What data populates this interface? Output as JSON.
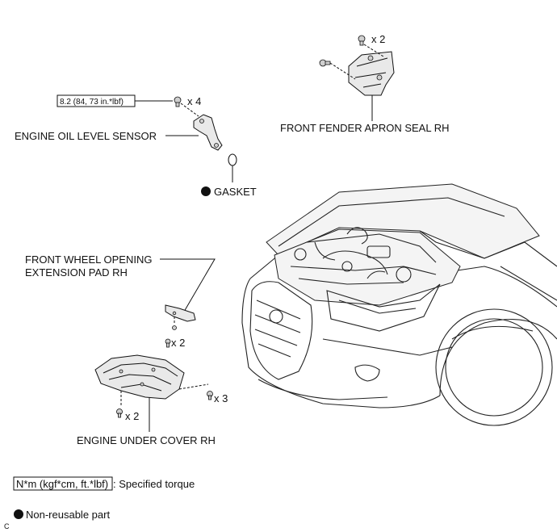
{
  "labels": {
    "fender_qty": "x 2",
    "torque_value": "8.2 (84, 73 in.*lbf)",
    "sensor_qty": "x 4",
    "oil_sensor": "ENGINE OIL LEVEL SENSOR",
    "fender_seal": "FRONT FENDER APRON SEAL RH",
    "gasket": "GASKET",
    "wheel_pad_line1": "FRONT WHEEL OPENING",
    "wheel_pad_line2": "EXTENSION PAD RH",
    "pad_qty": "x 2",
    "cover_qty_right": "x 3",
    "cover_qty_left": "x 2",
    "under_cover": "ENGINE UNDER COVER RH"
  },
  "legend": {
    "torque_units": "N*m (kgf*cm, ft.*lbf)",
    "torque_desc": ": Specified torque",
    "nonreusable": "Non-reusable part"
  },
  "corner_mark": "C"
}
